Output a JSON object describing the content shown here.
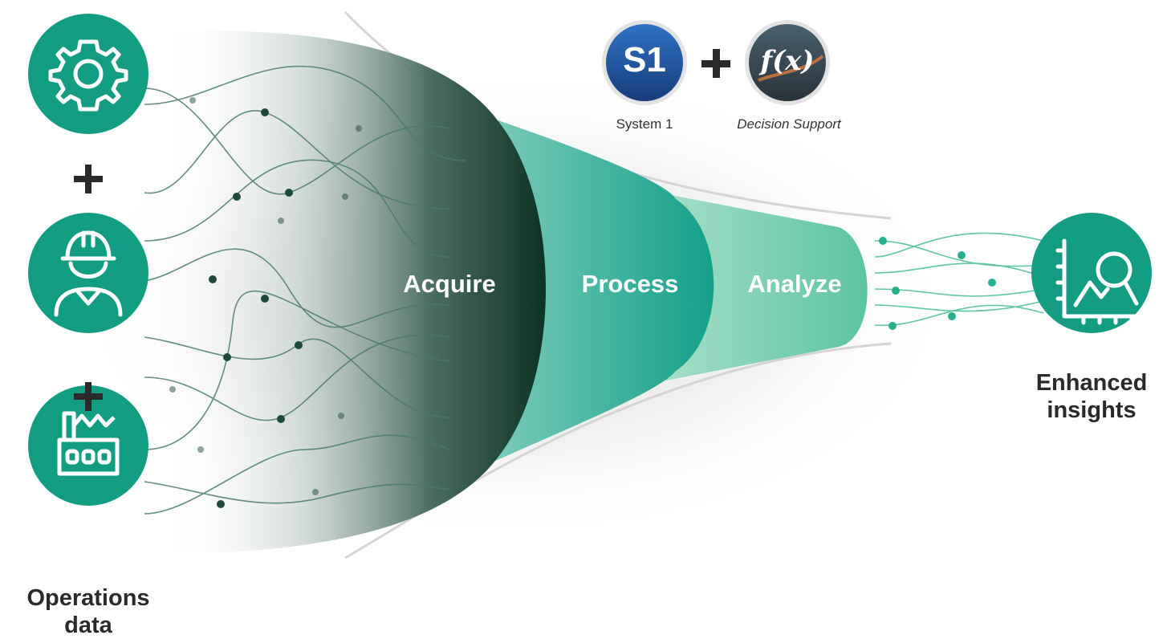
{
  "inputs": {
    "icons": [
      "gear-icon",
      "worker-hardhat-icon",
      "factory-icon"
    ],
    "label": "Operations data",
    "icon_color": "#129d83"
  },
  "stages": [
    "Acquire",
    "Process",
    "Analyze"
  ],
  "software": {
    "system1": {
      "badge": "S1",
      "caption": "System 1",
      "color": "#1f5aa8"
    },
    "decision_support": {
      "badge": "f(x)",
      "caption": "Decision Support",
      "color": "#3a4a55"
    }
  },
  "output": {
    "icon": "chart-magnifier-icon",
    "label": "Enhanced insights"
  },
  "colors": {
    "teal": "#129d83",
    "dark_green": "#0c3325",
    "light_teal": "#8fd3c2",
    "text": "#333333"
  }
}
